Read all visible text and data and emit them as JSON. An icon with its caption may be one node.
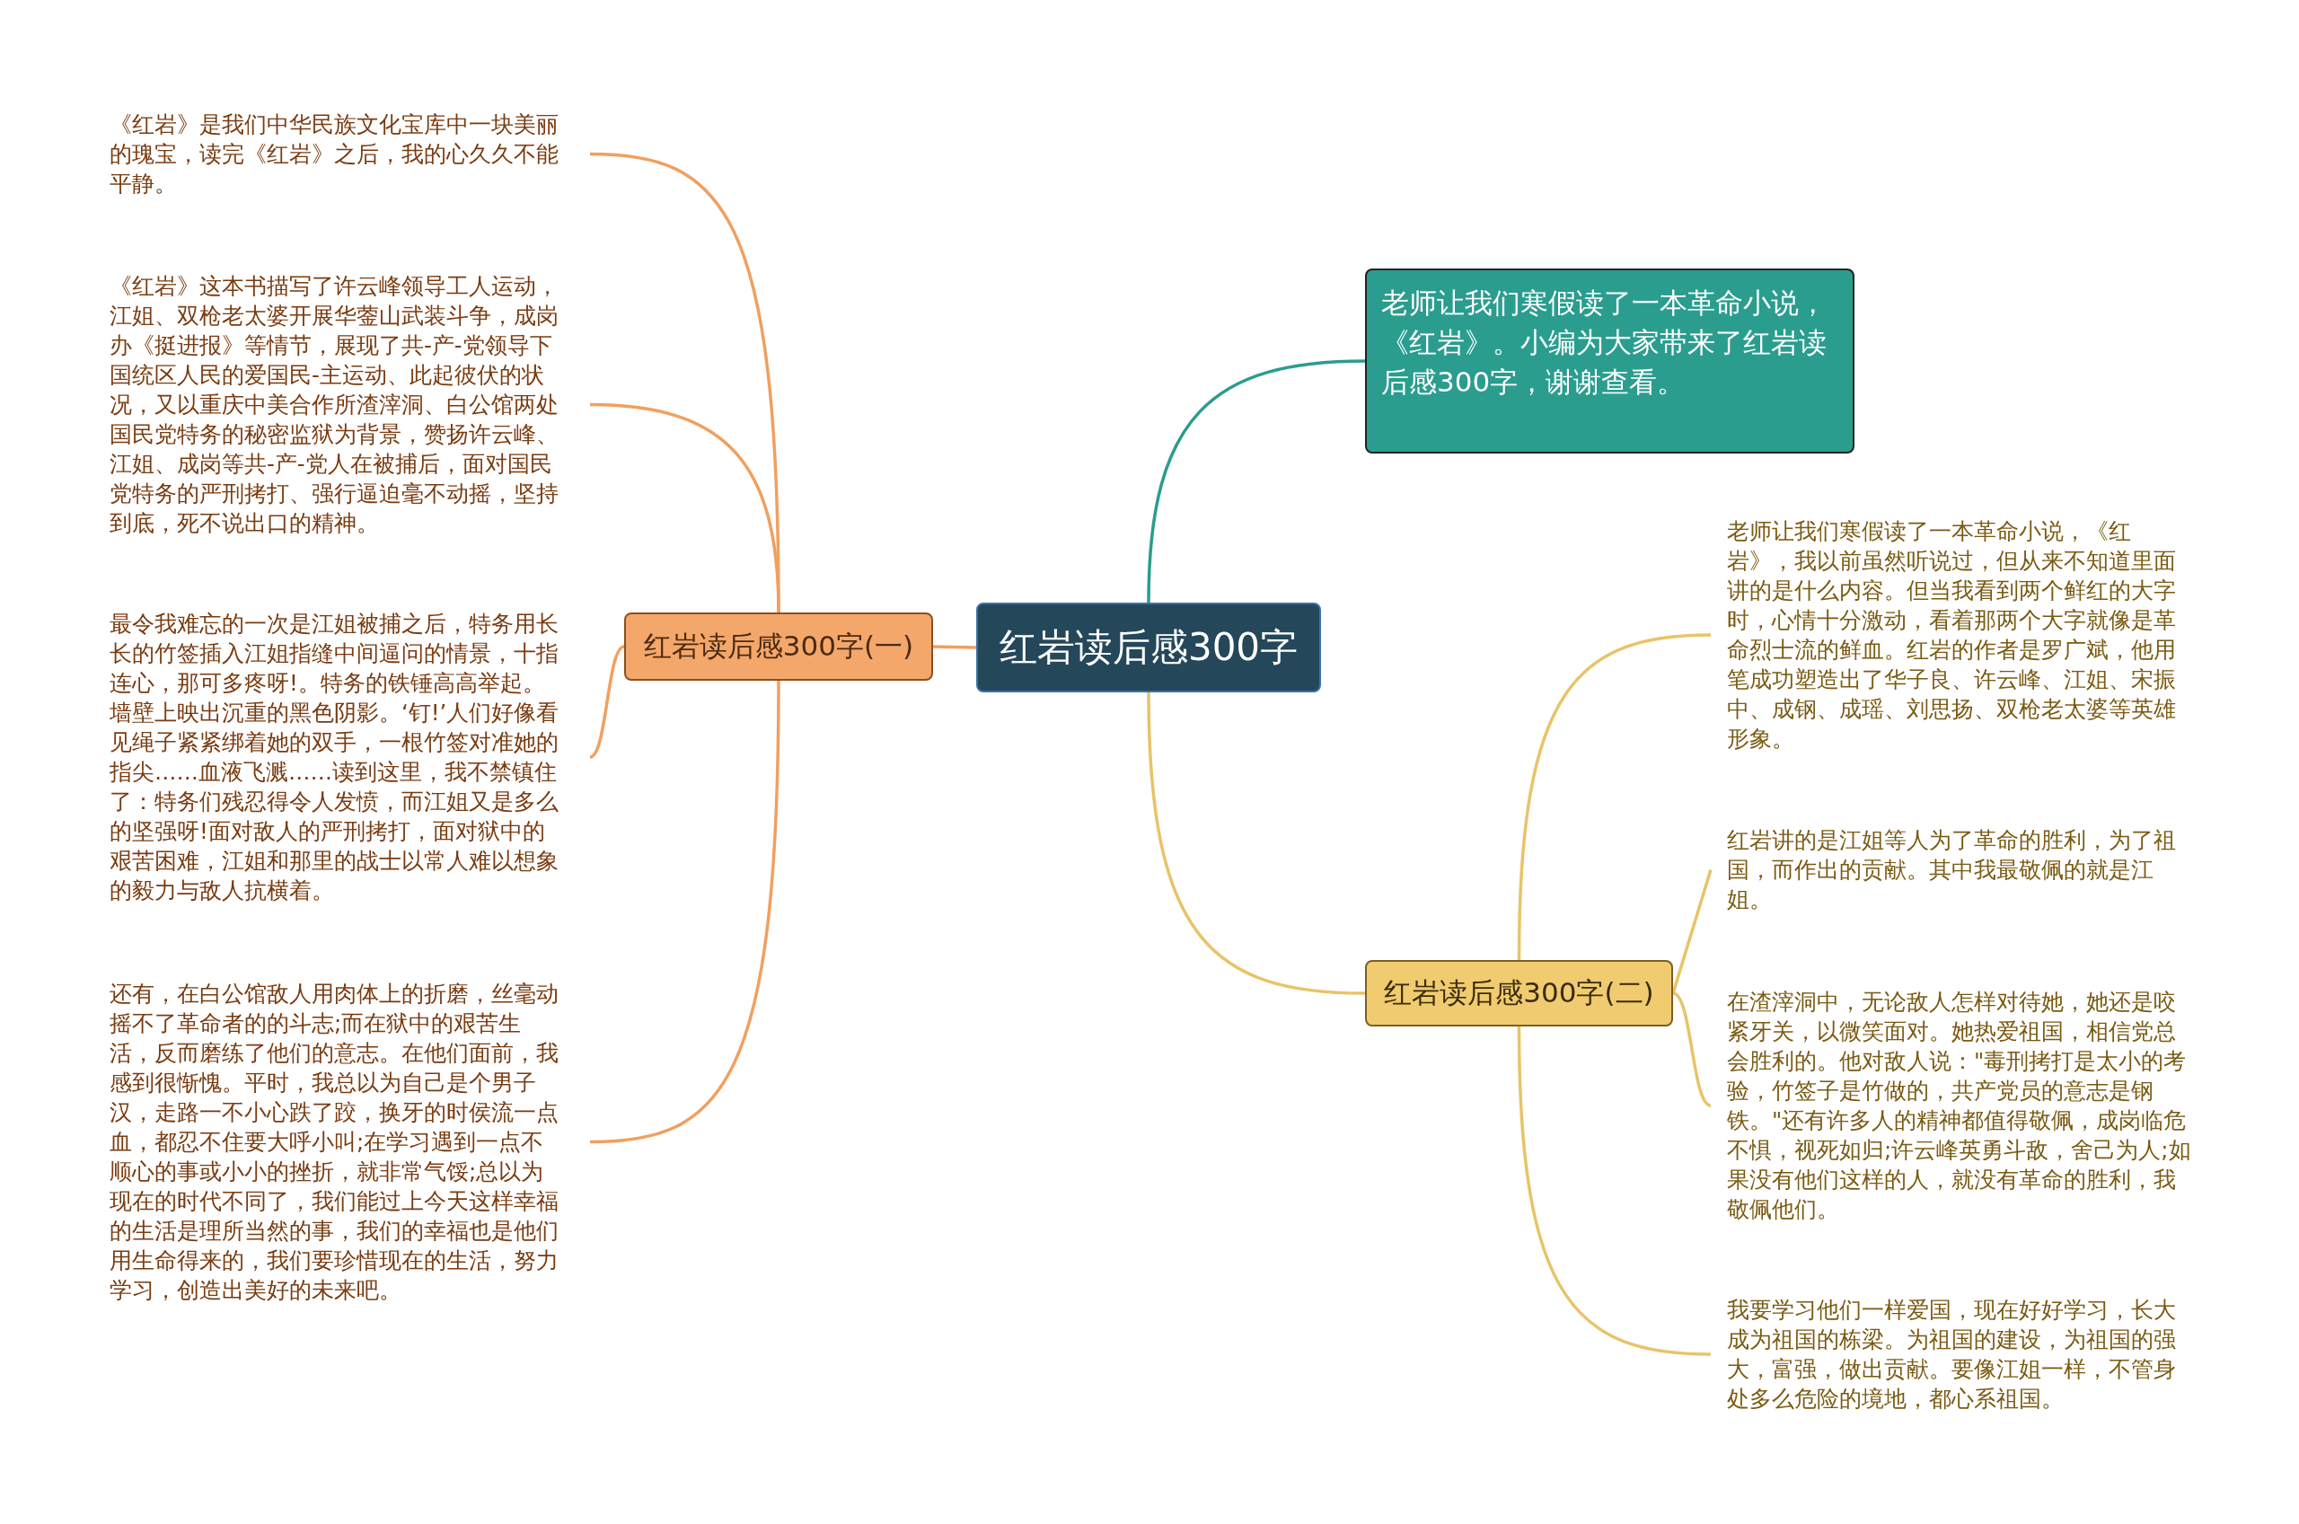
{
  "diagram": {
    "nodes": [
      {
        "text": [
          "红岩读后感300字"
        ]
      },
      {
        "text": [
          "老师让我们寒假读了一本革命小说，《红岩》。小编为大家带来了红岩读后感300字，谢谢查看。"
        ]
      },
      {
        "text": [
          "红岩读后感300字(一)"
        ]
      },
      {
        "text": [
          "《红岩》是我们中华民族文化宝库中一块美丽的瑰宝，读完《红岩》之后，我的心久久不能平静。"
        ]
      },
      {
        "text": [
          "《红岩》这本书描写了许云峰领导工人运动，江姐、双枪老太婆开展华蓥山武装斗争，成岗办《挺进报》等情节，展现了共-产-党领导下国统区人民的爱国民-主运动、此起彼伏的状况，又以重庆中美合作所渣滓洞、白公馆两处国民党特务的秘密监狱为背景，赞扬许云峰、江姐、成岗等共-产-党人在被捕后，面对国民党特务的严刑拷打、强行逼迫毫不动摇，坚持到底，死不说出口的精神。"
        ]
      },
      {
        "text": [
          "最令我难忘的一次是江姐被捕之后，特务用长长的竹签插入江姐指缝中间逼问的情景，十指连心，那可多疼呀!。特务的铁锤高高举起。墙壁上映出沉重的黑色阴影。‘钉!’人们好像看见绳子紧紧绑着她的双手，一根竹签对准她的指尖……血液飞溅……读到这里，我不禁镇住了：特务们残忍得令人发愤，而江姐又是多么的坚强呀!面对敌人的严刑拷打，面对狱中的艰苦困难，江姐和那里的战士以常人难以想象的毅力与敌人抗横着。"
        ]
      },
      {
        "text": [
          "还有，在白公馆敌人用肉体上的折磨，丝毫动摇不了革命者的的斗志;而在狱中的艰苦生活，反而磨练了他们的意志。在他们面前，我感到很惭愧。平时，我总以为自己是个男子汉，走路一不小心跌了跤，换牙的时侯流一点血，都忍不住要大呼小叫;在学习遇到一点不顺心的事或小小的挫折，就非常气馁;总以为现在的时代不同了，我们能过上今天这样幸福的生活是理所当然的事，我们的幸福也是他们用生命得来的，我们要珍惜现在的生活，努力学习，创造出美好的未来吧。"
        ]
      },
      {
        "text": [
          "红岩读后感300字(二)"
        ]
      },
      {
        "text": [
          "老师让我们寒假读了一本革命小说，《红岩》，我以前虽然听说过，但从来不知道里面讲的是什么内容。但当我看到两个鲜红的大字时，心情十分激动，看着那两个大字就像是革命烈士流的鲜血。红岩的作者是罗广斌，他用笔成功塑造出了华子良、许云峰、江姐、宋振中、成钢、成瑶、刘思扬、双枪老太婆等英雄形象。"
        ]
      },
      {
        "text": [
          "红岩讲的是江姐等人为了革命的胜利，为了祖国，而作出的贡献。其中我最敬佩的就是江姐。"
        ]
      },
      {
        "text": [
          "在渣滓洞中，无论敌人怎样对待她，她还是咬紧牙关，以微笑面对。她热爱祖国，相信党总会胜利的。他对敌人说：\"毒刑拷打是太小的考验，竹签子是竹做的，共产党员的意志是钢铁。\"还有许多人的精神都值得敬佩，成岗临危不惧，视死如归;许云峰英勇斗敌，舍己为人;如果没有他们这样的人，就没有革命的胜利，我敬佩他们。"
        ]
      },
      {
        "text": [
          "我要学习他们一样爱国，现在好好学习，长大成为祖国的栋梁。为祖国的建设，为祖国的强大，富强，做出贡献。要像江姐一样，不管身处多么危险的境地，都心系祖国。"
        ]
      }
    ],
    "edges": [
      {
        "from": 0,
        "to": 1,
        "arrow": "none",
        "color": "#2a9d8f"
      },
      {
        "from": 0,
        "to": 2,
        "arrow": "none",
        "color": "#f0a060"
      },
      {
        "from": 0,
        "to": 7,
        "arrow": "none",
        "color": "#e8c468"
      },
      {
        "from": 2,
        "to": 3,
        "arrow": "none",
        "color": "#f0a060"
      },
      {
        "from": 2,
        "to": 4,
        "arrow": "none",
        "color": "#f0a060"
      },
      {
        "from": 2,
        "to": 5,
        "arrow": "none",
        "color": "#f0a060"
      },
      {
        "from": 2,
        "to": 6,
        "arrow": "none",
        "color": "#f0a060"
      },
      {
        "from": 7,
        "to": 8,
        "arrow": "none",
        "color": "#e8c468"
      },
      {
        "from": 7,
        "to": 9,
        "arrow": "none",
        "color": "#e8c468"
      },
      {
        "from": 7,
        "to": 10,
        "arrow": "none",
        "color": "#e8c468"
      },
      {
        "from": 7,
        "to": 11,
        "arrow": "none",
        "color": "#e8c468"
      }
    ]
  }
}
